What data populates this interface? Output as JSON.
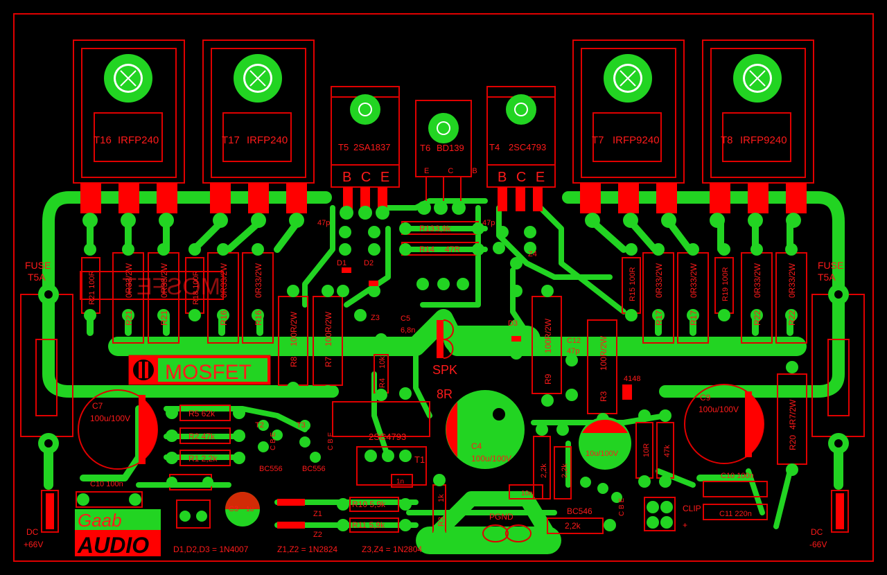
{
  "board": {
    "colors": {
      "background": "#000000",
      "copper": "#22d422",
      "silkscreen": "#ff1a1a"
    }
  },
  "power_transistors": [
    {
      "ref": "T16",
      "part": "IRFP240"
    },
    {
      "ref": "T17",
      "part": "IRFP240"
    },
    {
      "ref": "T7",
      "part": "IRFP9240"
    },
    {
      "ref": "T8",
      "part": "IRFP9240"
    }
  ],
  "driver_transistors": [
    {
      "ref": "T5",
      "part": "2SA1837",
      "pins": "B C E"
    },
    {
      "ref": "T6",
      "part": "BD139",
      "pins": "E C B"
    },
    {
      "ref": "T4",
      "part": "2SC4793",
      "pins": "B C E"
    }
  ],
  "labels": {
    "fuse_left": "FUSE",
    "fuse_left_val": "T5A",
    "fuse_right": "FUSE",
    "fuse_right_val": "T5A",
    "dc_left": "DC",
    "dc_left_val": "+66V",
    "dc_right": "DC",
    "dc_right_val": "-66V",
    "spk": "SPK",
    "spk_val": "8R",
    "pgnd": "PGND",
    "clip": "CLIP",
    "clip_plus": "+",
    "mosfet": "MOSFET",
    "logo_top": "Gaab",
    "logo_bottom": "AUDIO",
    "mirrored_mosfet": "MOSFET",
    "diode_note1": "D1,D2,D3 = 1N4007",
    "diode_note2": "Z1,Z2 = 1N2824",
    "diode_note3": "Z3,Z4 = 1N2804"
  },
  "resistors": {
    "r21a": "R21",
    "r21a_val": "0R33/2W",
    "r21b": "R21",
    "r21b_val": "0R33/2W",
    "r21c": "R21 100R",
    "r18": "R18 100R",
    "r16a": "R16",
    "r16a_val": "0R33/2W",
    "r16b": "R16",
    "r16b_val": "0R33/2W",
    "r8": "R8",
    "r8_val": "100R/2W",
    "r7": "R7",
    "r7_val": "100R/2W",
    "r4": "R4",
    "r4_val": "10k",
    "r13": "R13",
    "r13_val": "3,9k",
    "r14": "R14",
    "r14_val": "47R",
    "r9": "R9",
    "r9_val": "100R/2W",
    "r3": "R3",
    "r3_val": "100R/2W",
    "r15": "R15 100R",
    "r17a": "R17",
    "r17a_val": "0R33/2W",
    "r17b": "R17",
    "r17b_val": "0R33/2W",
    "r19": "R19 100R",
    "r22a": "R22",
    "r22a_val": "0R33/2W",
    "r22b": "R22",
    "r22b_val": "0R33/2W",
    "r20": "R20",
    "r20_val": "4R7/2W",
    "r5": "R5  62k",
    "r2": "R2  47k",
    "r1": "R1  2,2k",
    "r10": "R10  5,9k",
    "r11": "R11  5,9k",
    "r3b": "R3",
    "r3b_val": "1k",
    "r_10r": "10R",
    "r_47k": "47k",
    "r_22k": "2,2k",
    "r_2k2": "2,2k",
    "r_22kb": "2,2k"
  },
  "capacitors": {
    "c7": "C7",
    "c7_val": "100u/100V",
    "c9": "C9",
    "c9_val": "100u/100V",
    "c4": "C4",
    "c4_val": "100u/100V",
    "c10a": "C10 100n",
    "c10b": "C10 100n",
    "c11": "C11 220n",
    "c3": "C3",
    "c3_val": "1u",
    "c5": "C5",
    "c5_val": "6,8n",
    "c12": "C12",
    "c12_val": "47p",
    "c47p_a": "47p",
    "c47p_b": "47p",
    "c_10u": "10u/100V",
    "c_1n": "1n",
    "c_10n": "10n"
  },
  "small_parts": {
    "d1": "D1",
    "d2": "D2",
    "d3": "D3",
    "z3": "Z3",
    "z4": "Z4",
    "z1": "Z1",
    "z2": "Z2",
    "t1": "T1",
    "t2": "T2",
    "t3": "T3",
    "t1_part": "2SC4793",
    "bc556a": "BC556",
    "bc556b": "BC556",
    "bc546": "BC546",
    "d4148": "4148",
    "cbe_a": "C B E",
    "cbe_b": "C B E",
    "cbe_c": "C B E"
  }
}
